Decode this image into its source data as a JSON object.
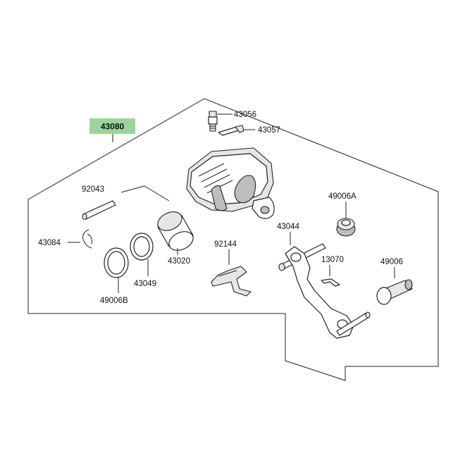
{
  "diagram": {
    "main_part_number": "43080",
    "highlight_color": "#9bd59b",
    "labels": {
      "p43056": "43056",
      "p43057": "43057",
      "p92043": "92043",
      "p49006A": "49006A",
      "p43044": "43044",
      "p43084": "43084",
      "p92144": "92144",
      "p13070": "13070",
      "p49006": "49006",
      "p43020": "43020",
      "p43049": "43049",
      "p49006B": "49006B"
    }
  }
}
